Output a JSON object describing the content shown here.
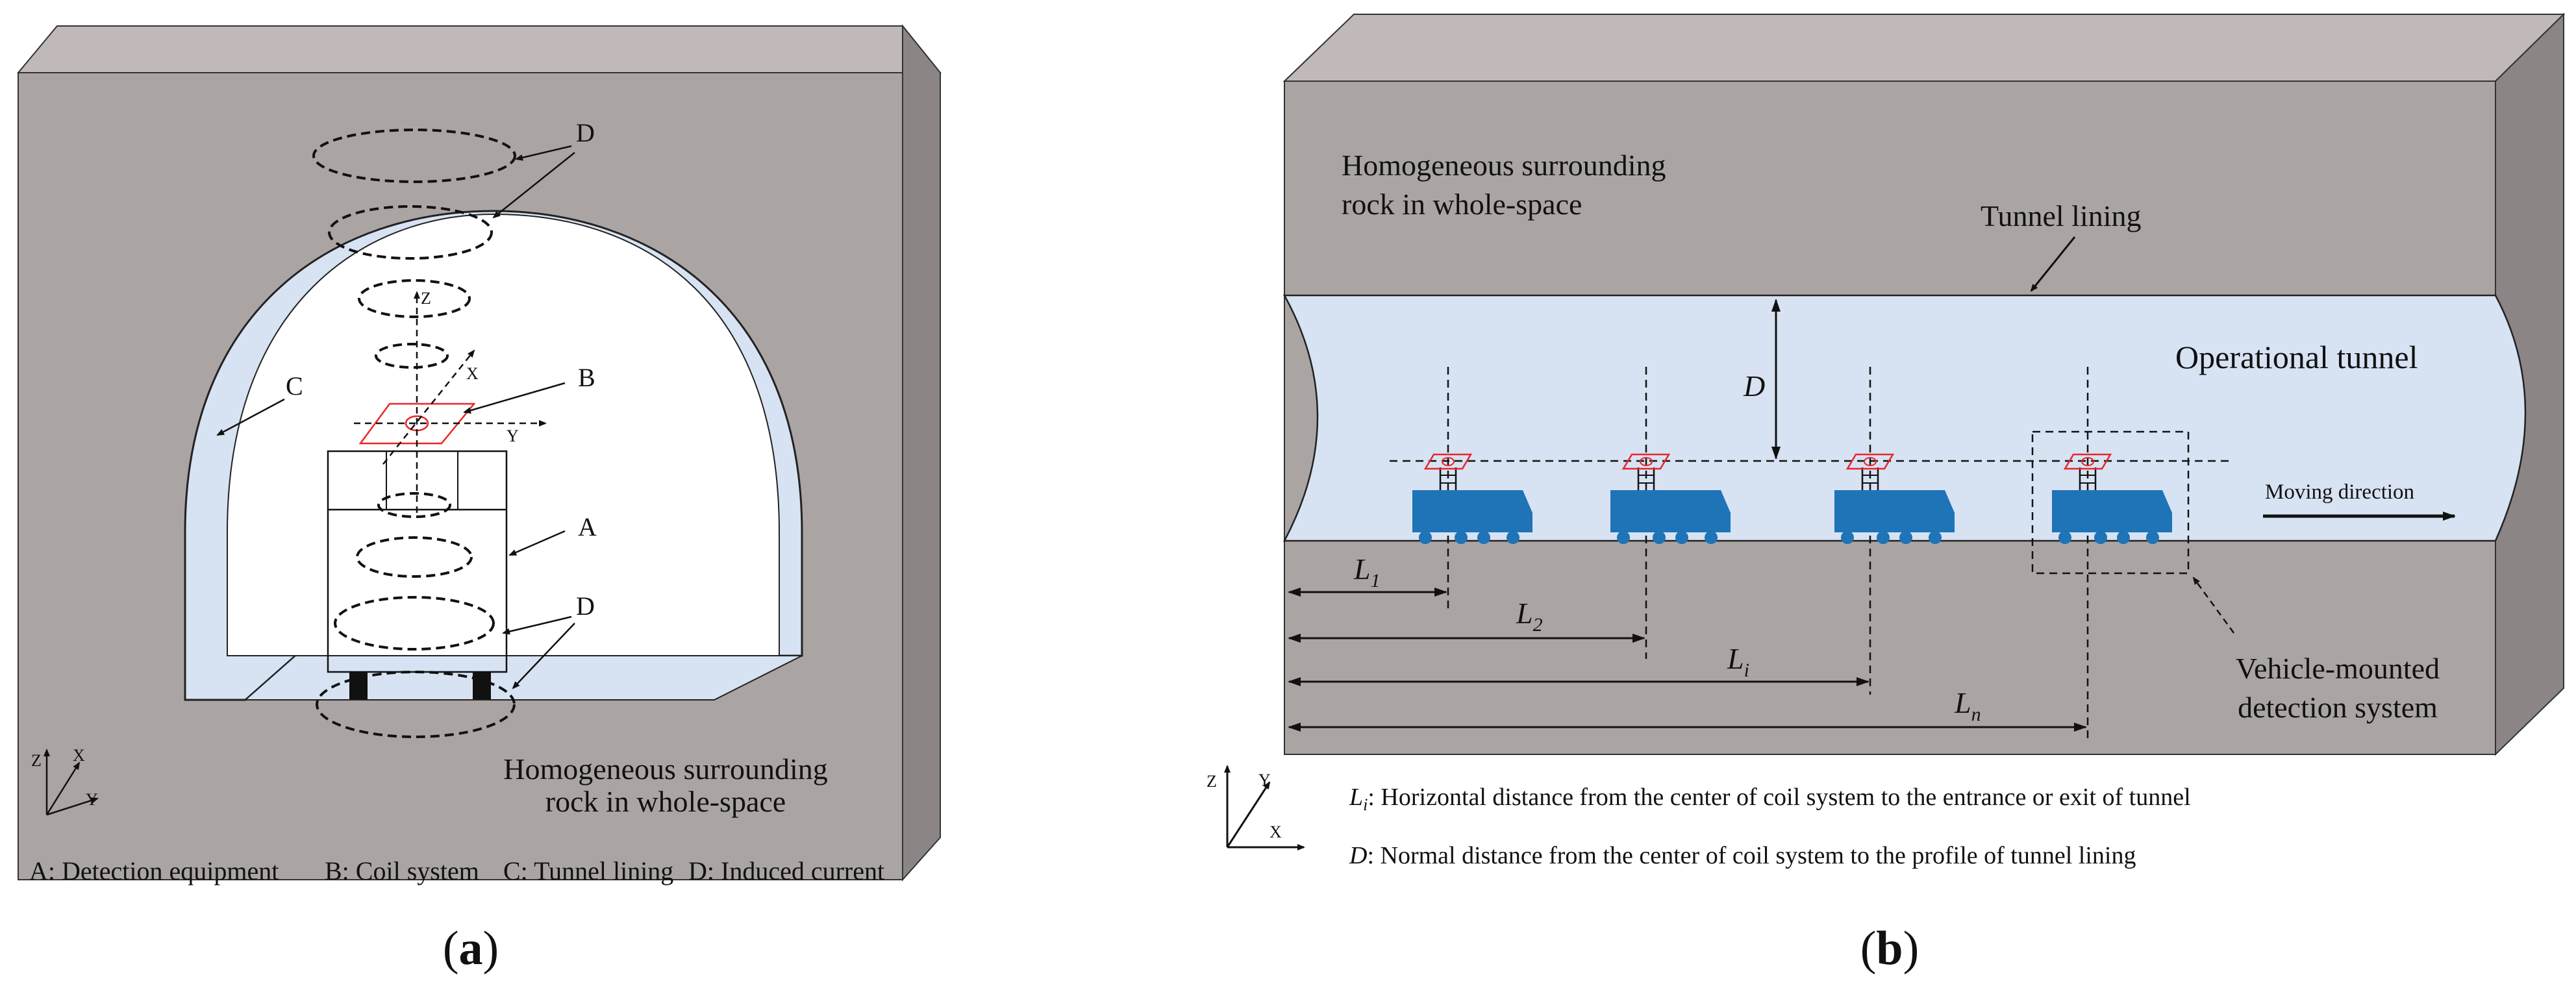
{
  "panel_a": {
    "labels": {
      "D_top": "D",
      "B": "B",
      "C": "C",
      "A": "A",
      "D_bottom": "D"
    },
    "axis_labels": {
      "z": "Z",
      "x": "X",
      "y": "Y"
    },
    "corner_axes": {
      "z": "Z",
      "x": "X",
      "y": "Y"
    },
    "rock_text": [
      "Homogeneous surrounding",
      "rock in whole-space"
    ],
    "legend": {
      "A": "A: Detection equipment",
      "B": "B: Coil system",
      "C": "C: Tunnel lining",
      "D": "D: Induced current"
    },
    "caption_open": "(",
    "caption_letter": "a",
    "caption_close": ")"
  },
  "panel_b": {
    "rock_text": [
      "Homogeneous surrounding",
      "rock in whole-space"
    ],
    "lining_label": "Tunnel lining",
    "tunnel_label": "Operational tunnel",
    "D_label": "D",
    "moving_direction": "Moving direction",
    "vehicle_label": [
      "Vehicle-mounted",
      "detection system"
    ],
    "distances": [
      {
        "main": "L",
        "sub": "1"
      },
      {
        "main": "L",
        "sub": "2"
      },
      {
        "main": "L",
        "sub": "i"
      },
      {
        "main": "L",
        "sub": "n"
      }
    ],
    "corner_axes": {
      "z": "Z",
      "y": "Y",
      "x": "X"
    },
    "def_Li": {
      "sym": "L",
      "sub": "i",
      "text": ": Horizontal distance from the center of coil system to the entrance or exit of tunnel"
    },
    "def_D": {
      "sym": "D",
      "text": ": Normal distance from the center of coil system to the profile of tunnel lining"
    },
    "caption_open": "(",
    "caption_letter": "b",
    "caption_close": ")"
  },
  "colors": {
    "rock": "#aaa5a3",
    "rock_top": "#c1b9b9",
    "rock_side": "#8b8585",
    "tunnel": "#d7e3f3",
    "vehicle": "#1f73b7",
    "coil": "#e8262a"
  }
}
